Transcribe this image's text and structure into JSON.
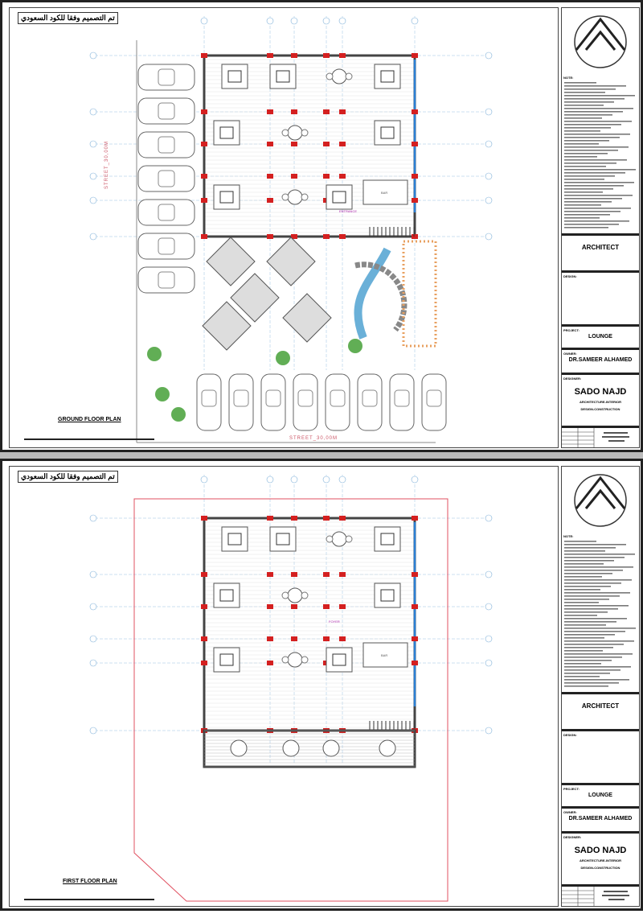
{
  "note": "تم التصميم وفقا للكود السعودي",
  "sheets": [
    {
      "plan_title": "GROUND FLOOR PLAN",
      "street_label": "STREET_30,00M",
      "room_labels": [
        "ENTRANCE",
        "BAR"
      ]
    },
    {
      "plan_title": "FIRST FLOOR PLAN",
      "room_labels": [
        "FOYER",
        "BAR"
      ]
    }
  ],
  "title_block": {
    "notes_heading": "NOTE:",
    "architect": "ARCHITECT",
    "design_label": "DESIGN:",
    "project_label": "PROJECT:",
    "project": "LOUNGE",
    "owner_label": "OWNER:",
    "owner": "DR.SAMEER ALHAMED",
    "designer_label": "DESIGNER:",
    "designer": "SADO NAJD",
    "designer_sub1": "ARCHITECTURE-INTERIOR",
    "designer_sub2": "DESIGN-CONSTRUCTION"
  },
  "colors": {
    "wall": "#444444",
    "column": "#d42020",
    "glass": "#2a7fd4",
    "grid": "#7fb0d8",
    "site": "#e05060",
    "plant": "#3a9a2a",
    "pergola": "#e8a060"
  }
}
